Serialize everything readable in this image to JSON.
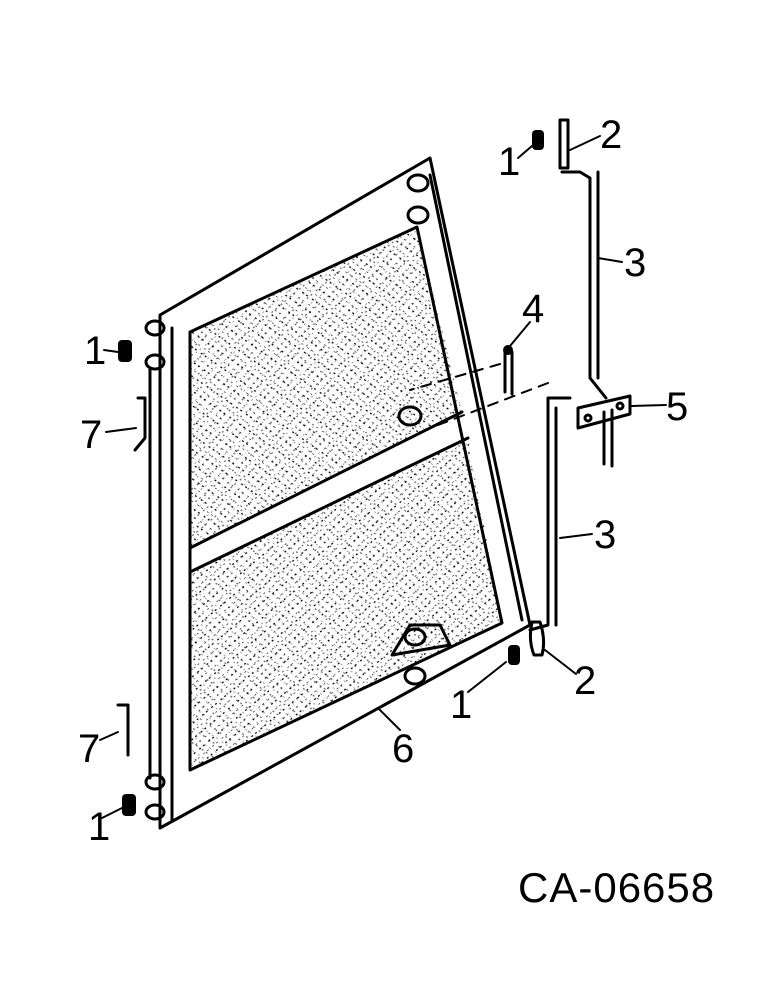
{
  "figure_id": "CA-06658",
  "callouts": [
    {
      "key": "c1a",
      "text": "1"
    },
    {
      "key": "c2a",
      "text": "2"
    },
    {
      "key": "c3a",
      "text": "3"
    },
    {
      "key": "c4",
      "text": "4"
    },
    {
      "key": "c5",
      "text": "5"
    },
    {
      "key": "c3b",
      "text": "3"
    },
    {
      "key": "c2b",
      "text": "2"
    },
    {
      "key": "c1b",
      "text": "1"
    },
    {
      "key": "c6",
      "text": "6"
    },
    {
      "key": "c1c",
      "text": "1"
    },
    {
      "key": "c7a",
      "text": "7"
    },
    {
      "key": "c7b",
      "text": "7"
    },
    {
      "key": "c1d",
      "text": "1"
    }
  ]
}
